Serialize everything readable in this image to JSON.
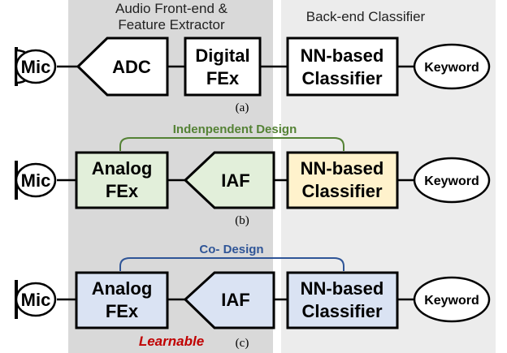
{
  "regions": {
    "frontend_title_line1": "Audio Front-end &",
    "frontend_title_line2": "Feature Extractor",
    "backend_title": "Back-end Classifier"
  },
  "rows": [
    {
      "caption": "(a)",
      "mic": "Mic",
      "block1": "ADC",
      "block2_line1": "Digital",
      "block2_line2": "FEx",
      "classifier_line1": "NN-based",
      "classifier_line2": "Classifier",
      "output": "Keyword"
    },
    {
      "caption": "(b)",
      "bracket_label": "Indenpendent Design",
      "mic": "Mic",
      "block1_line1": "Analog",
      "block1_line2": "FEx",
      "block2": "IAF",
      "classifier_line1": "NN-based",
      "classifier_line2": "Classifier",
      "output": "Keyword"
    },
    {
      "caption": "(c)",
      "bracket_label": "Co- Design",
      "note": "Learnable",
      "mic": "Mic",
      "block1_line1": "Analog",
      "block1_line2": "FEx",
      "block2": "IAF",
      "classifier_line1": "NN-based",
      "classifier_line2": "Classifier",
      "output": "Keyword"
    }
  ],
  "colors": {
    "frontend_bg": "#d9d9d9",
    "backend_bg": "#ececec",
    "green_fill": "#e2efda",
    "peach_fill": "#fff2cc",
    "blue_fill": "#dae3f3",
    "green_text": "#548235",
    "blue_text": "#2f5597",
    "red_text": "#c00000"
  }
}
